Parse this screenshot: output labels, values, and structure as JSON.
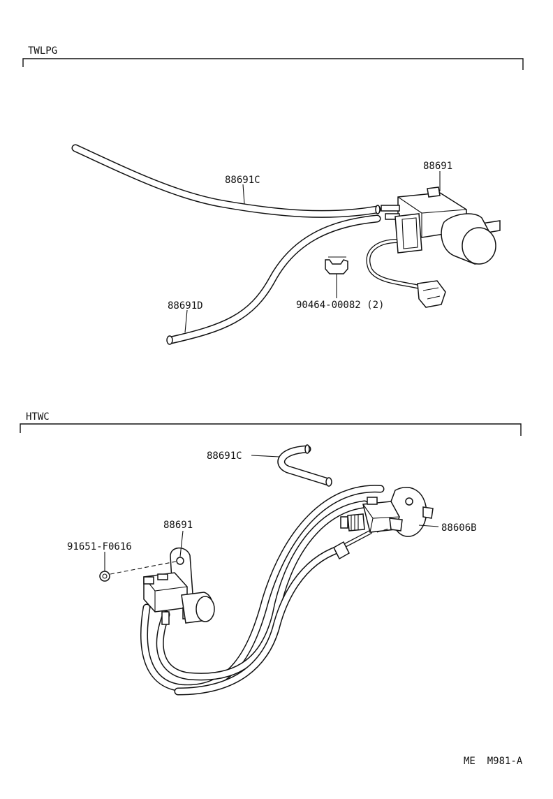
{
  "sections": [
    {
      "title": "TWLPG",
      "labels": {
        "hose_c": "88691C",
        "valve": "88691",
        "hose_d": "88691D",
        "clamp": "90464-00082 (2)"
      }
    },
    {
      "title": "HTWC",
      "labels": {
        "hose_c": "88691C",
        "valve": "88691",
        "nut": "91651-F0616",
        "sensor": "88606B"
      }
    }
  ],
  "footer": {
    "code": "ME  M981-A"
  }
}
